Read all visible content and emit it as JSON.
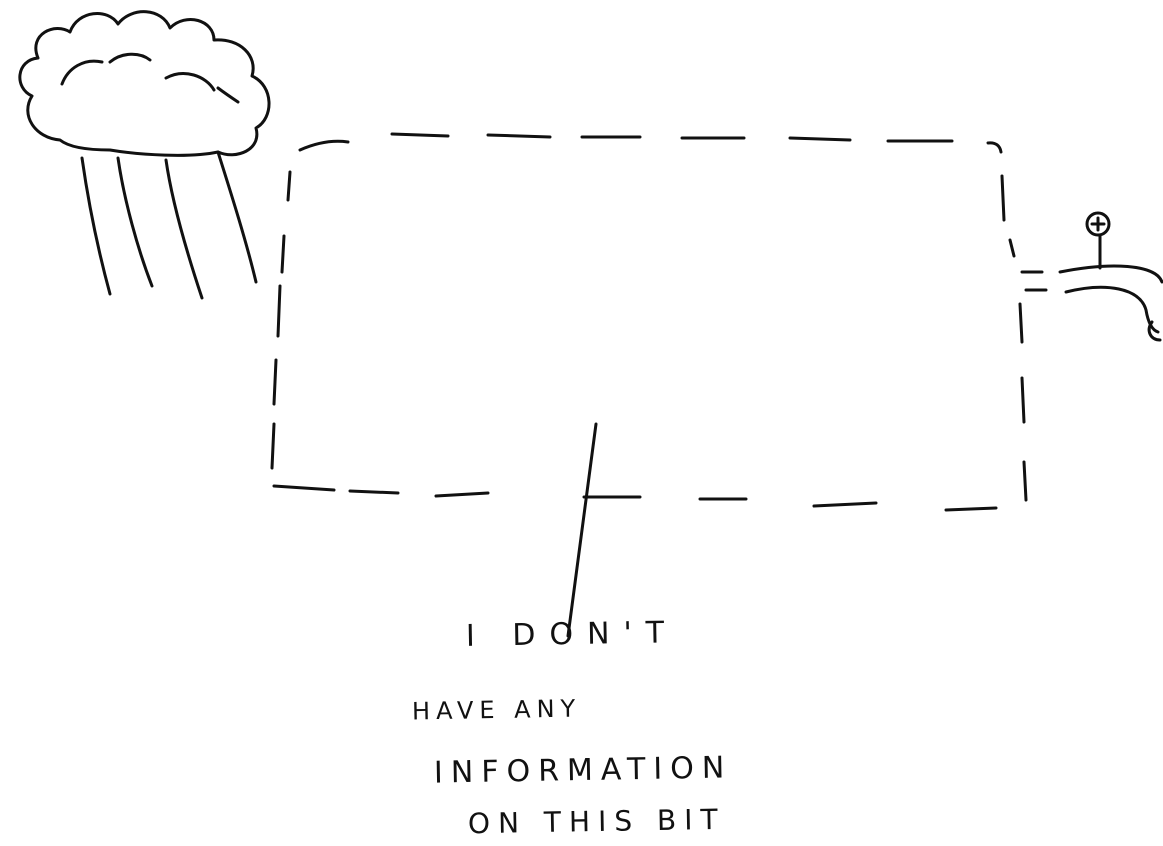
{
  "annotation": {
    "lines": [
      "I DON'T",
      "HAVE ANY",
      "INFORMATION",
      "ON THIS BIT"
    ]
  },
  "colors": {
    "ink": "#111111",
    "background": "#ffffff"
  },
  "icons": {
    "cloud": "rain-cloud-icon",
    "tap": "tap-icon"
  }
}
